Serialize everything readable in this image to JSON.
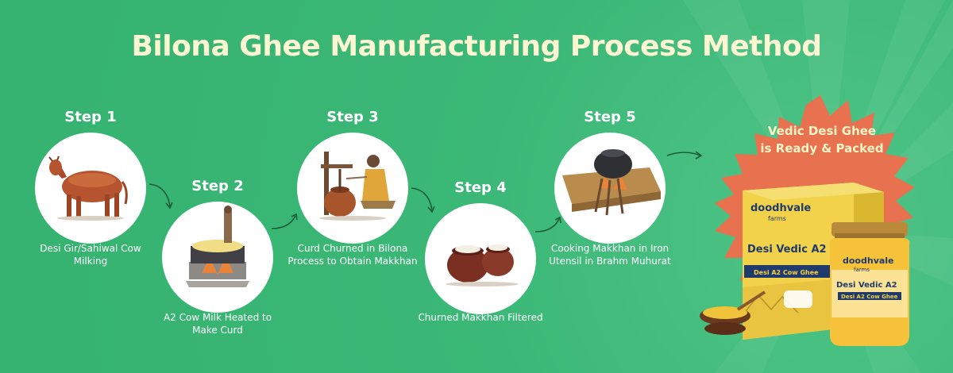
{
  "title": {
    "bold": "Bilona Ghee",
    "rest": "Manufacturing Process Method"
  },
  "steps": [
    {
      "label": "Step 1",
      "caption": "Desi Gir/Sahiwal Cow Milking"
    },
    {
      "label": "Step 2",
      "caption": "A2 Cow Milk Heated to Make Curd"
    },
    {
      "label": "Step 3",
      "caption": "Curd Churned in Bilona Process to Obtain Makkhan"
    },
    {
      "label": "Step 4",
      "caption": "Churned Makkhan Filtered"
    },
    {
      "label": "Step 5",
      "caption": "Cooking Makkhan in Iron Utensil in Brahm Muhurat"
    }
  ],
  "result": {
    "line1": "Vedic Desi Ghee",
    "line2": "is Ready & Packed"
  },
  "product": {
    "brand": "doodhvale",
    "brand_sub": "farms",
    "name": "Desi Vedic A2",
    "tag": "Desi A2 Cow Ghee"
  },
  "colors": {
    "background": "#35b26f",
    "title": "#fdf6d2",
    "badge": "#e8714f",
    "box": "#f2d24a",
    "jar": "#f6c23a",
    "navy": "#1f3a6b"
  }
}
